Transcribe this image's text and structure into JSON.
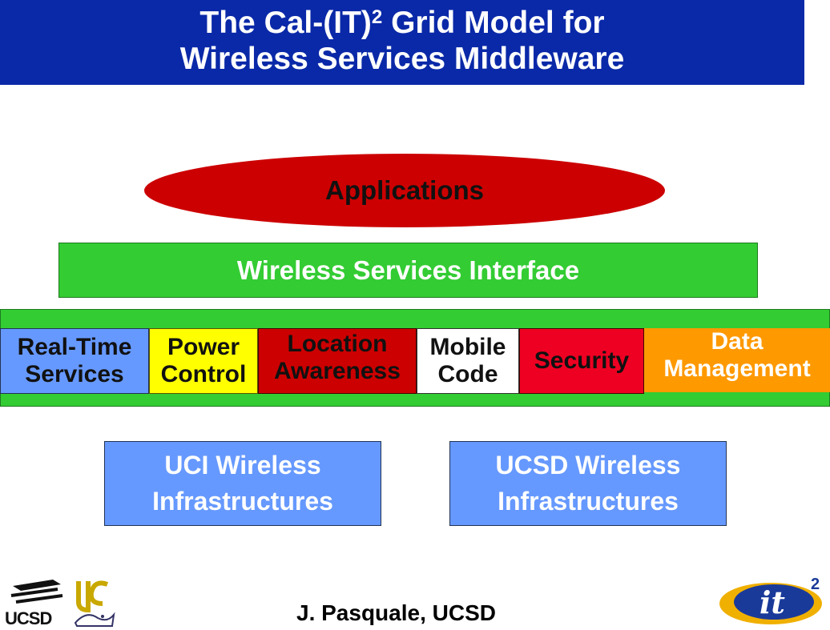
{
  "title": {
    "line1_pre": "The Cal-(IT)",
    "line1_sup": "2",
    "line1_post": " Grid Model for",
    "line2": "Wireless Services Middleware"
  },
  "applications_label": "Applications",
  "interface_label": "Wireless Services Interface",
  "middleware": [
    {
      "line1": "Real-Time",
      "line2": "Services",
      "color": "#6699ff"
    },
    {
      "line1": "Power",
      "line2": "Control",
      "color": "#ffff00"
    },
    {
      "line1": "Location",
      "line2": "Awareness",
      "color": "#cc0000"
    },
    {
      "line1": "Mobile",
      "line2": "Code",
      "color": "#ffffff"
    },
    {
      "line1": "Security",
      "line2": "",
      "color": "#ee0022"
    },
    {
      "line1": "Data",
      "line2": "Management",
      "color": "#ff9900"
    }
  ],
  "infrastructures": [
    {
      "line1": "UCI Wireless",
      "line2": "Infrastructures"
    },
    {
      "line1": "UCSD Wireless",
      "line2": "Infrastructures"
    }
  ],
  "author": "J. Pasquale,  UCSD",
  "logos": {
    "ucsd_text": "UCSD",
    "it2_text": "it",
    "it2_sup": "2"
  },
  "colors": {
    "banner": "#0a29a8",
    "applications": "#cc0000",
    "interface": "#33cc33",
    "infrastructure": "#6699ff"
  }
}
